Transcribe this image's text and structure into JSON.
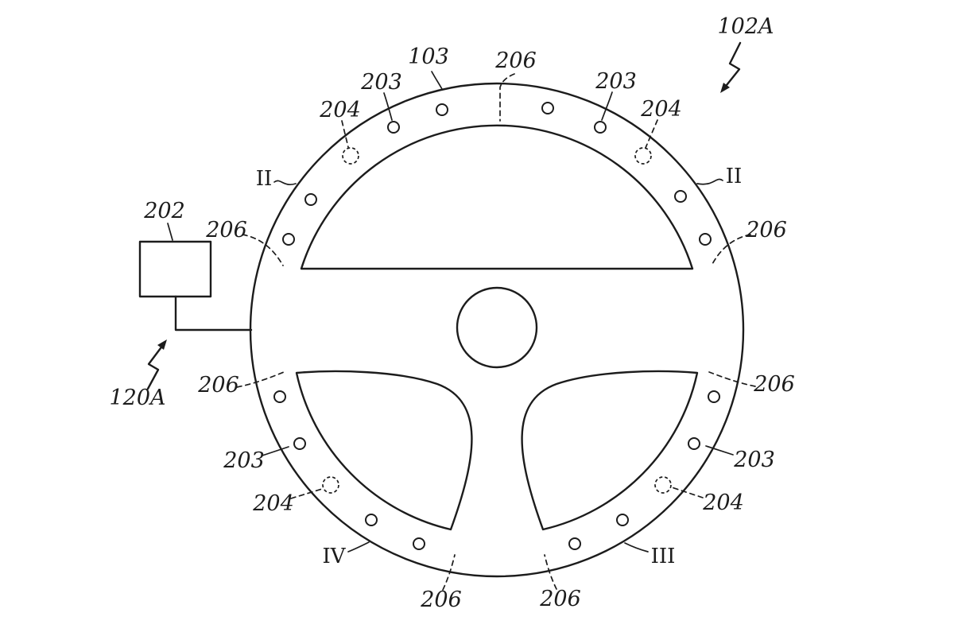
{
  "figure_labels": {
    "assembly_ref": "102A",
    "rim_ref": "103",
    "control_unit_ref": "202",
    "lead_ref": "120A",
    "sensor_ref": "203",
    "sensor_dashed_ref": "204",
    "zone_boundary_ref": "206",
    "section_line_ref": "II",
    "quadrant_iii_ref": "III",
    "quadrant_iv_ref": "IV"
  }
}
